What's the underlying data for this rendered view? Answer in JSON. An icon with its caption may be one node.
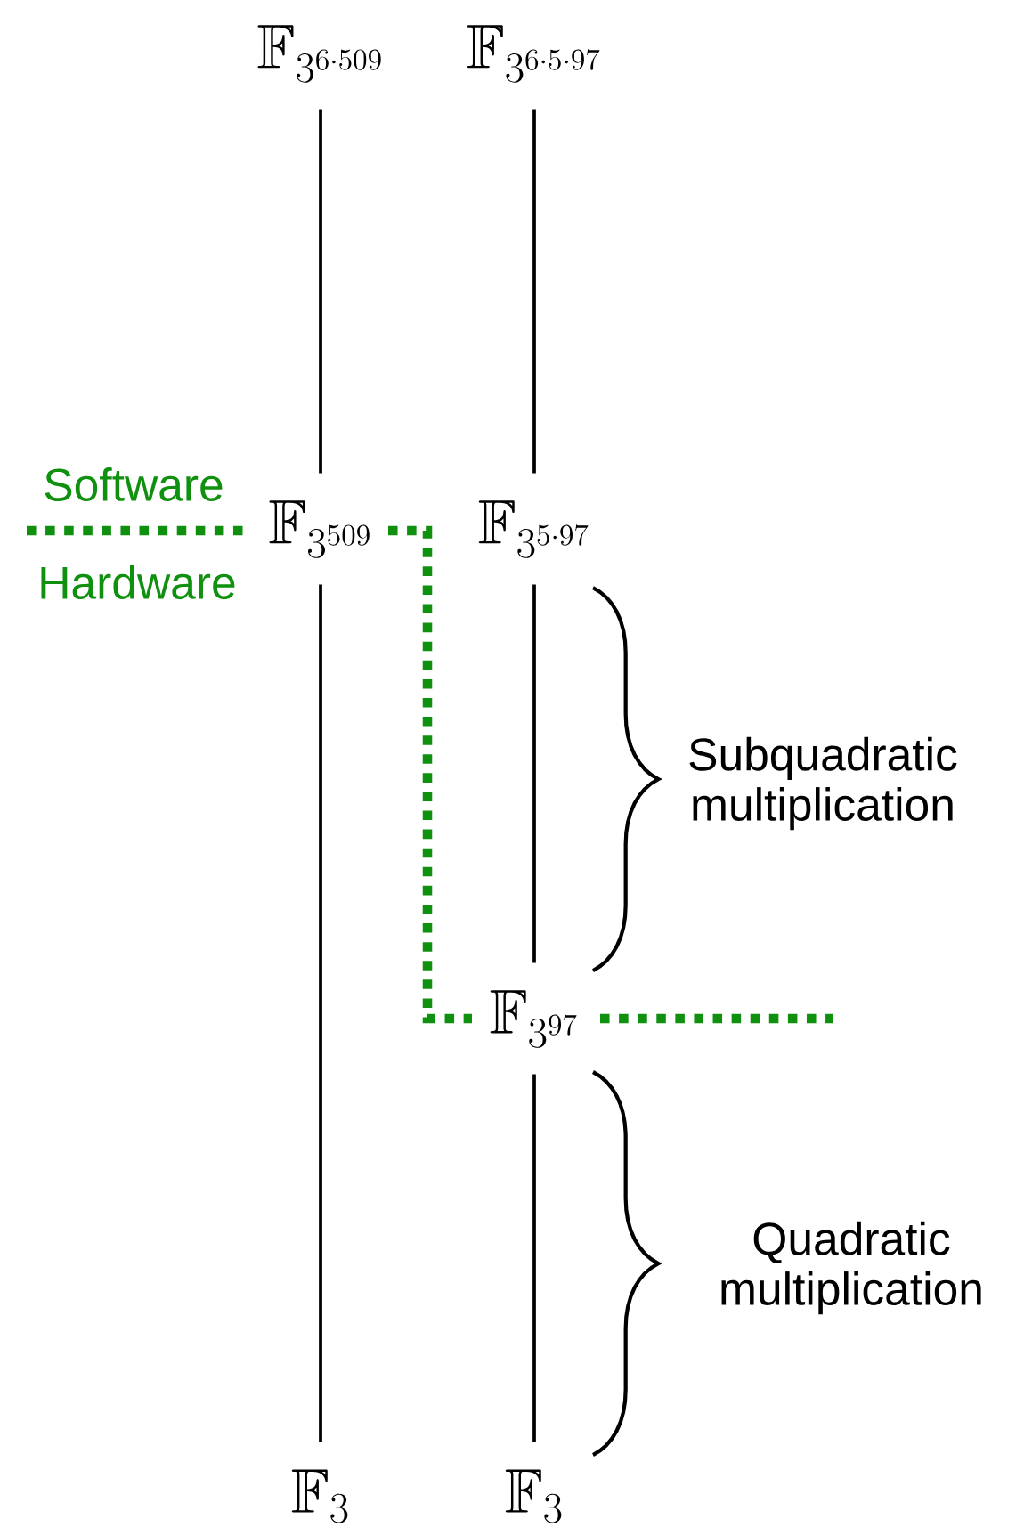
{
  "diagram": {
    "nodes": [
      {
        "text": [
          "\\mathbb{F}_{3^{6\\cdot 509}}"
        ]
      },
      {
        "text": [
          "\\mathbb{F}_{3^{6\\cdot 5\\cdot 97}}"
        ]
      },
      {
        "text": [
          "\\mathbb{F}_{3^{509}}"
        ]
      },
      {
        "text": [
          "\\mathbb{F}_{3^{5\\cdot 97}}"
        ]
      },
      {
        "text": [
          "\\mathbb{F}_{3^{97}}"
        ]
      },
      {
        "text": [
          "\\mathbb{F}_{3}"
        ]
      },
      {
        "text": [
          "\\mathbb{F}_{3}"
        ]
      }
    ],
    "edges": [
      {
        "from": 0,
        "to": 2,
        "arrow": "none"
      },
      {
        "from": 2,
        "to": 5,
        "arrow": "none"
      },
      {
        "from": 1,
        "to": 3,
        "arrow": "none"
      },
      {
        "from": 3,
        "to": 4,
        "arrow": "none"
      },
      {
        "from": 4,
        "to": 6,
        "arrow": "none"
      }
    ],
    "labels": [
      "Software",
      "Hardware",
      "Subquadratic multiplication",
      "Quadratic multiplication"
    ]
  }
}
